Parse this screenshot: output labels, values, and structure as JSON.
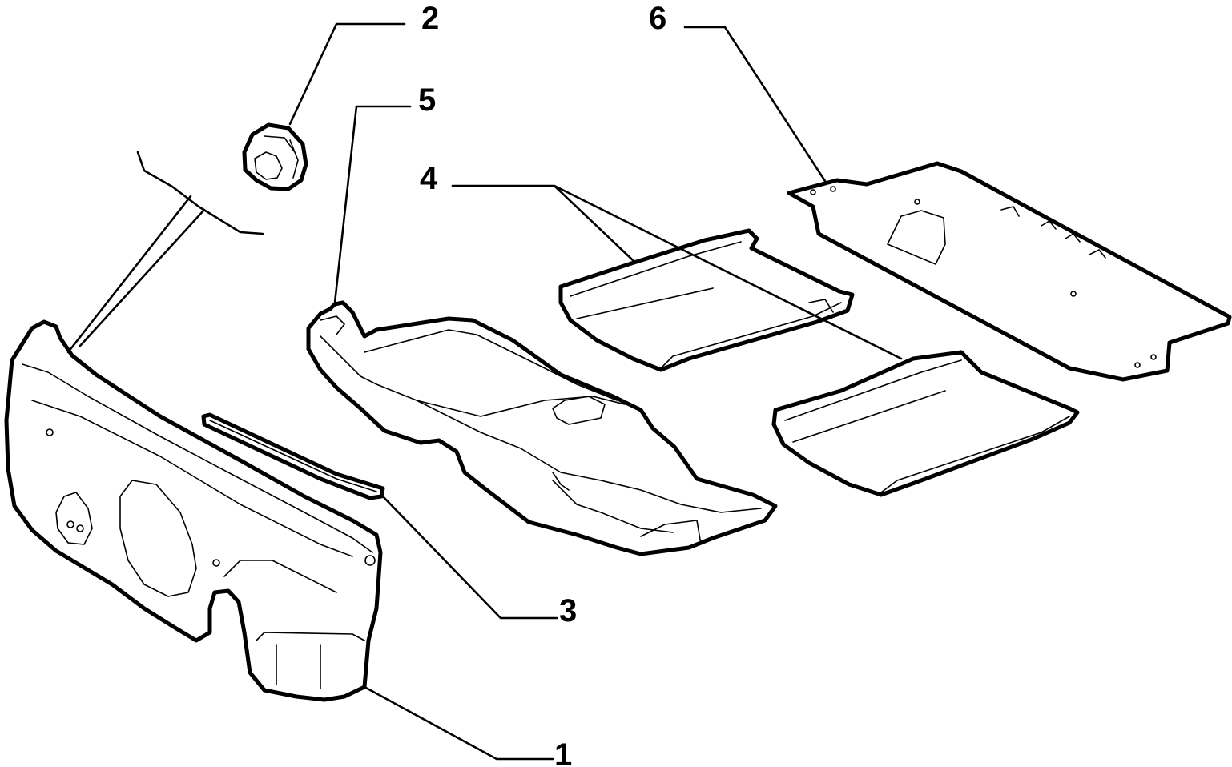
{
  "diagram": {
    "callouts": [
      {
        "number": "1",
        "part": "front-insulation-panel"
      },
      {
        "number": "2",
        "part": "plug"
      },
      {
        "number": "3",
        "part": "seal-strip"
      },
      {
        "number": "4",
        "part": "rear-floor-mats"
      },
      {
        "number": "5",
        "part": "front-floor-mat"
      },
      {
        "number": "6",
        "part": "floor-panel"
      }
    ]
  },
  "colors": {
    "line": "#000000",
    "background": "#ffffff"
  }
}
